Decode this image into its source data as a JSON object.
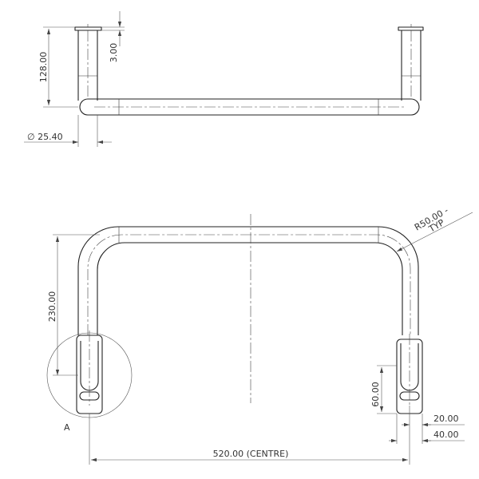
{
  "dimensions": {
    "height_top": "128.00",
    "flange_thickness": "3.00",
    "diameter": "∅ 25.40",
    "radius_line1": "R50.00 -",
    "radius_line2": "TYP",
    "height_front": "230.00",
    "slot_length": "60.00",
    "offset_a": "20.00",
    "offset_b": "40.00",
    "width_centre": "520.00 (CENTRE)"
  },
  "detail_label": "A"
}
